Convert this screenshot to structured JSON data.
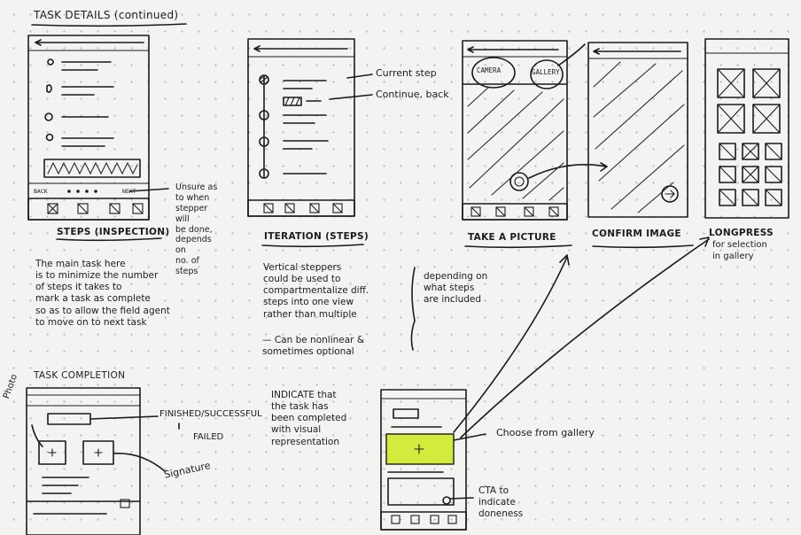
{
  "colors": {
    "paper": "#f3f3f1",
    "ink": "#1b1b1b",
    "highlight": "#d4ea3c"
  },
  "header": {
    "title": "TASK DETAILS (continued)"
  },
  "wireframes": {
    "steps": {
      "back_label": "BACK",
      "next_label": "NEXT",
      "caption": "STEPS (INSPECTION)",
      "side_note": "Unsure as\nto when\nstepper\nwill\nbe done,\ndepends\non\nno. of\nsteps",
      "description": "The main task here\nis to minimize the number\nof steps it takes to\nmark a task as complete\nso as to allow the field agent\nto move on to next task"
    },
    "iteration": {
      "caption": "ITERATION (STEPS)",
      "annotation_current": "Current step",
      "annotation_continue": "Continue, back",
      "description": "Vertical steppers\ncould be used to\ncompartmentalize diff.\nsteps into one view\nrather than multiple",
      "note": "— Can be nonlinear &\n   sometimes optional"
    },
    "take_picture": {
      "camera_tab": "CAMERA",
      "gallery_tab": "GALLERY",
      "caption": "TAKE A PICTURE",
      "depending_note": "depending on\nwhat steps\nare included"
    },
    "confirm_image": {
      "caption": "CONFIRM IMAGE"
    },
    "gallery": {
      "caption": "LONGPRESS",
      "note": "for selection\nin gallery"
    },
    "task_completion": {
      "title": "TASK COMPLETION",
      "photo_label": "Photo",
      "status_label": "FINISHED/SUCCESSFUL",
      "failed_label": "FAILED",
      "signature_label": "Signature",
      "indicate_note": "INDICATE that\nthe task has\nbeen completed\nwith visual\nrepresentation"
    },
    "gallery_choice": {
      "choose_label": "Choose from gallery",
      "cta_label": "CTA to\nindicate\ndoneness"
    }
  }
}
